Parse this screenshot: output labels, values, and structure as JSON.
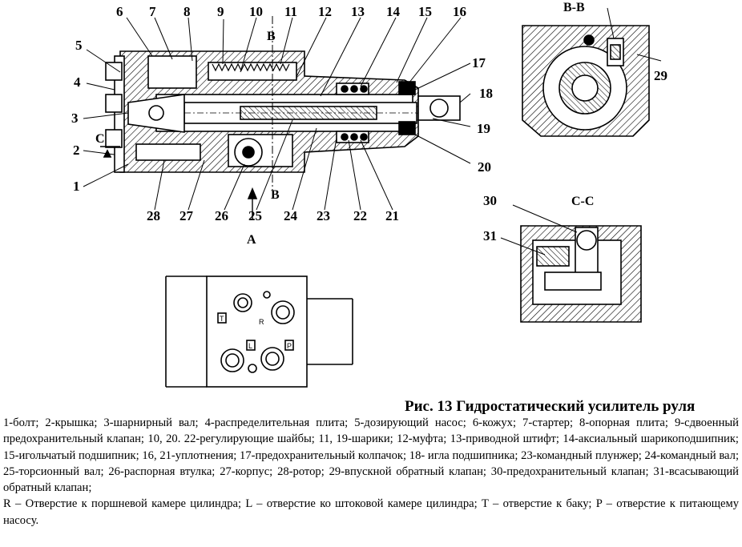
{
  "figure": {
    "caption": "Рис. 13 Гидростатический усилитель руля",
    "numbers": [
      "1",
      "2",
      "3",
      "4",
      "5",
      "6",
      "7",
      "8",
      "9",
      "10",
      "11",
      "12",
      "13",
      "14",
      "15",
      "16",
      "17",
      "18",
      "19",
      "20",
      "21",
      "22",
      "23",
      "24",
      "25",
      "26",
      "27",
      "28",
      "29",
      "30",
      "31"
    ],
    "section_labels": {
      "bb_top": "B-B",
      "b_arrow_top": "B",
      "b_arrow_bottom": "B",
      "c_left": "C",
      "cc": "C-C",
      "view_a": "A"
    },
    "port_labels": {
      "t": "T",
      "r": "R",
      "l": "L",
      "p": "P"
    }
  },
  "legend": {
    "parts": "1-болт; 2-крышка; 3-шарнирный вал; 4-распределительная плита; 5-дозирующий насос; 6-кожух; 7-стартер; 8-опорная плита; 9-сдвоенный предохранительный клапан; 10, 20. 22-регулирующие шайбы; 11, 19-шарики; 12-муфта; 13-приводной штифт; 14-аксиальный шарикоподшипник; 15-игольчатый подшипник; 16, 21-уплотнения; 17-предохранительный колпачок; 18- игла подшипника; 23-командный плунжер; 24-командный вал; 25-торсионный вал; 26-распорная втулка; 27-корпус; 28-ротор; 29-впускной обратный клапан; 30-предохранительный клапан; 31-всасывающий обратный клапан;",
    "ports": "R – Отверстие к поршневой камере цилиндра; L – отверстие ко штоковой камере цилиндра; T – отверстие к баку; P – отверстие к питающему насосу."
  }
}
